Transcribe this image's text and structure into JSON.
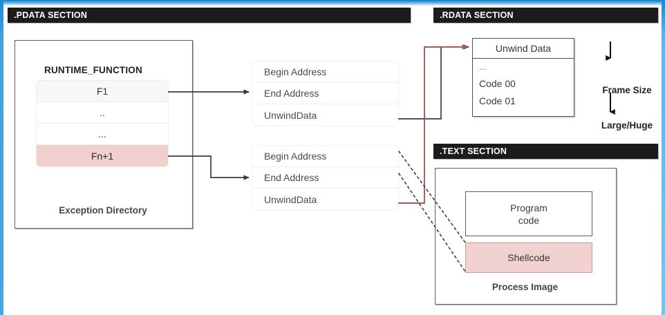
{
  "theme": {
    "accent_blue": "#3da3e0",
    "bar_black": "#1c1c1c",
    "highlight_pink": "#f0cfcd",
    "shellcode_pink": "#f2d2d0",
    "red_arrow": "#c0504d",
    "outline_gray": "#5a5a5a"
  },
  "sections": {
    "pdata": {
      "title": ".PDATA SECTION"
    },
    "rdata": {
      "title": ".RDATA SECTION"
    },
    "text": {
      "title": ".TEXT SECTION"
    }
  },
  "exception_directory": {
    "box_label": "Exception Directory",
    "table_title": "RUNTIME_FUNCTION",
    "rows": [
      {
        "label": "F1",
        "highlight": false
      },
      {
        "label": "..",
        "highlight": false
      },
      {
        "label": "...",
        "highlight": false
      },
      {
        "label": "Fn+1",
        "highlight": true
      }
    ]
  },
  "function_entries": [
    {
      "name": "entry-f1",
      "fields": [
        "Begin Address",
        "End Address",
        "UnwindData"
      ]
    },
    {
      "name": "entry-fn1",
      "fields": [
        "Begin Address",
        "End Address",
        "UnwindData"
      ]
    }
  ],
  "unwind_data": {
    "header": "Unwind Data",
    "lines": [
      "...",
      "Code 00",
      "Code 01"
    ]
  },
  "frame_size": {
    "line1": "Frame Size",
    "line2": "Large/Huge"
  },
  "process_image": {
    "box_label": "Process Image",
    "program_code": "Program\ncode",
    "shellcode": "Shellcode"
  }
}
